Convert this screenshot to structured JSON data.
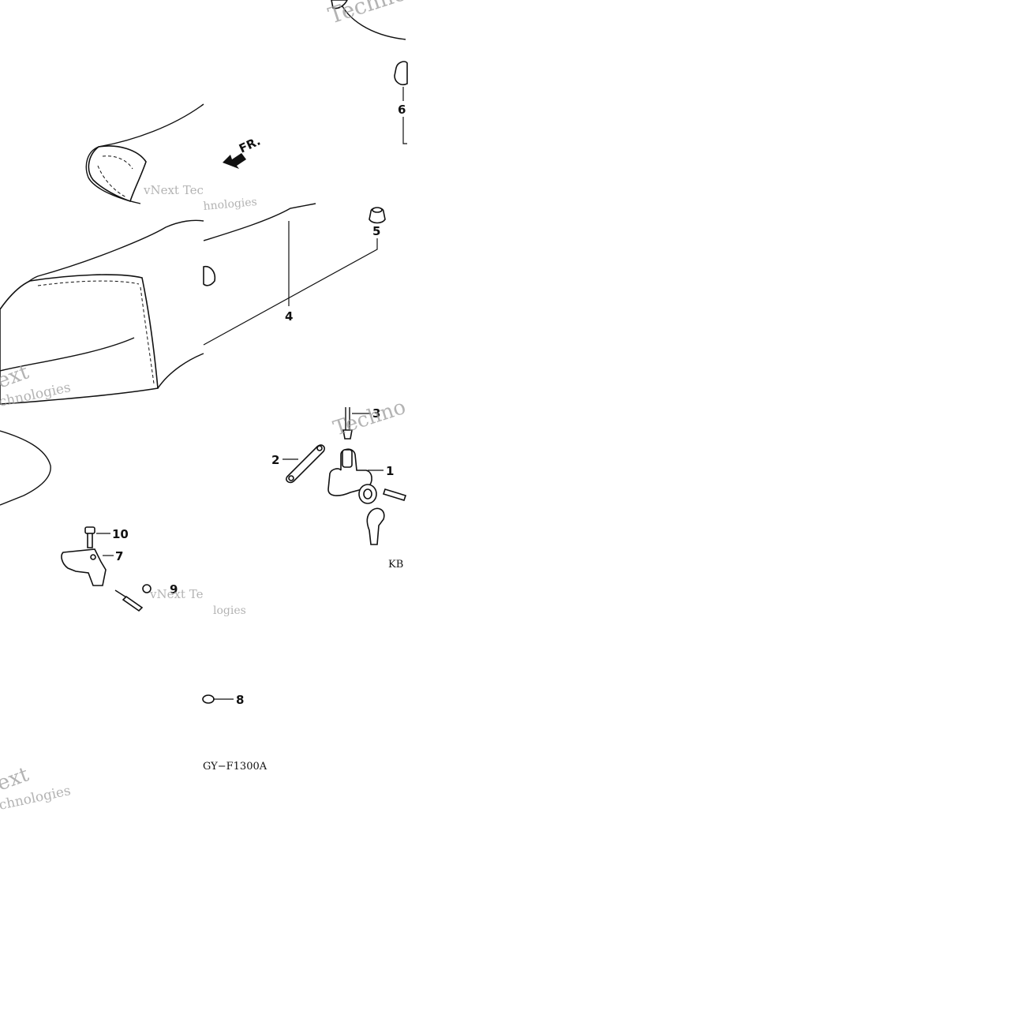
{
  "diagram": {
    "callouts": [
      "1",
      "2",
      "3",
      "4",
      "5",
      "6",
      "7",
      "8",
      "9",
      "10"
    ],
    "direction_label": "FR.",
    "diagram_codes": [
      "KB",
      "GY−F1300A"
    ],
    "watermark_texts": [
      "vNext Tec",
      "hnologies",
      "Techno",
      "ext",
      "chnologies",
      "vNext Te",
      "logies",
      "Technologies"
    ]
  }
}
